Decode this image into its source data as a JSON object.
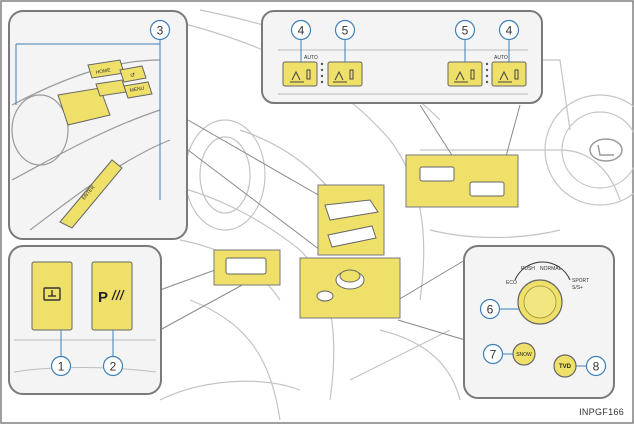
{
  "figure_code": "INPGF166",
  "callouts": [
    "1",
    "2",
    "3",
    "4",
    "5",
    "6",
    "7",
    "8"
  ],
  "panel_top": {
    "left_group": {
      "auto_label": "AUTO"
    },
    "right_group": {
      "auto_label": "AUTO"
    }
  },
  "panel_console": {
    "home_label": "HOME",
    "menu_label": "MENU",
    "enter_label": "ENTER",
    "back_label": "↺"
  },
  "panel_drive_mode": {
    "push_label": "PUSH",
    "normal_label": "NORMAL",
    "eco_label": "ECO",
    "sport_label": "SPORT",
    "sport_plus_label": "S/S+",
    "snow_label": "SNOW",
    "tvd_label": "TVD"
  },
  "colors": {
    "accent_yellow": "#efe06a",
    "panel_bg": "#f4f4f4",
    "border": "#7a7a7a",
    "leader": "#3d7fb8",
    "line": "#bdbdbd"
  }
}
